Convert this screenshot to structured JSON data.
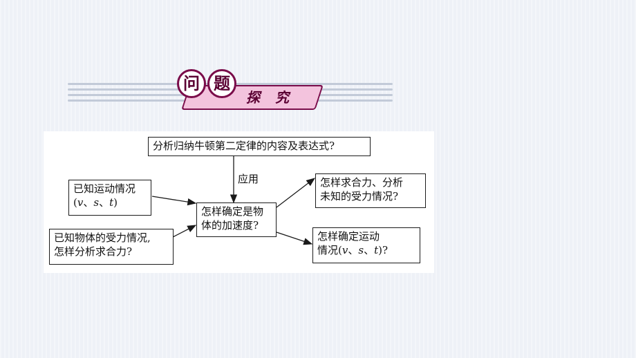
{
  "banner": {
    "title_chars": [
      "问",
      "题"
    ],
    "tag_chars": [
      "探",
      "究"
    ]
  },
  "diagram": {
    "top_question": "分析归纳牛顿第二定律的内容及表达式?",
    "apply_label": "应用",
    "known_motion": {
      "line1": "已知运动情况",
      "open": "(",
      "v": "v",
      "s": "s",
      "t": "t",
      "sep": "、",
      "close": ")"
    },
    "known_force": {
      "line1": "已知物体的受力情况,",
      "line2": "怎样分析求合力?"
    },
    "center_question": {
      "line1": "怎样确定是物",
      "line2": "体的加速度?"
    },
    "result_force": {
      "line1": "怎样求合力、分析",
      "line2": "未知的受力情况?"
    },
    "result_motion": {
      "line1": "怎样确定运动",
      "prefix": "情况(",
      "v": "v",
      "s": "s",
      "t": "t",
      "sep": "、",
      "suffix": ")?"
    }
  },
  "colors": {
    "banner_accent": "#7a0c4a",
    "banner_fill": "#f3c3dd",
    "line": "#1a1a1a"
  }
}
